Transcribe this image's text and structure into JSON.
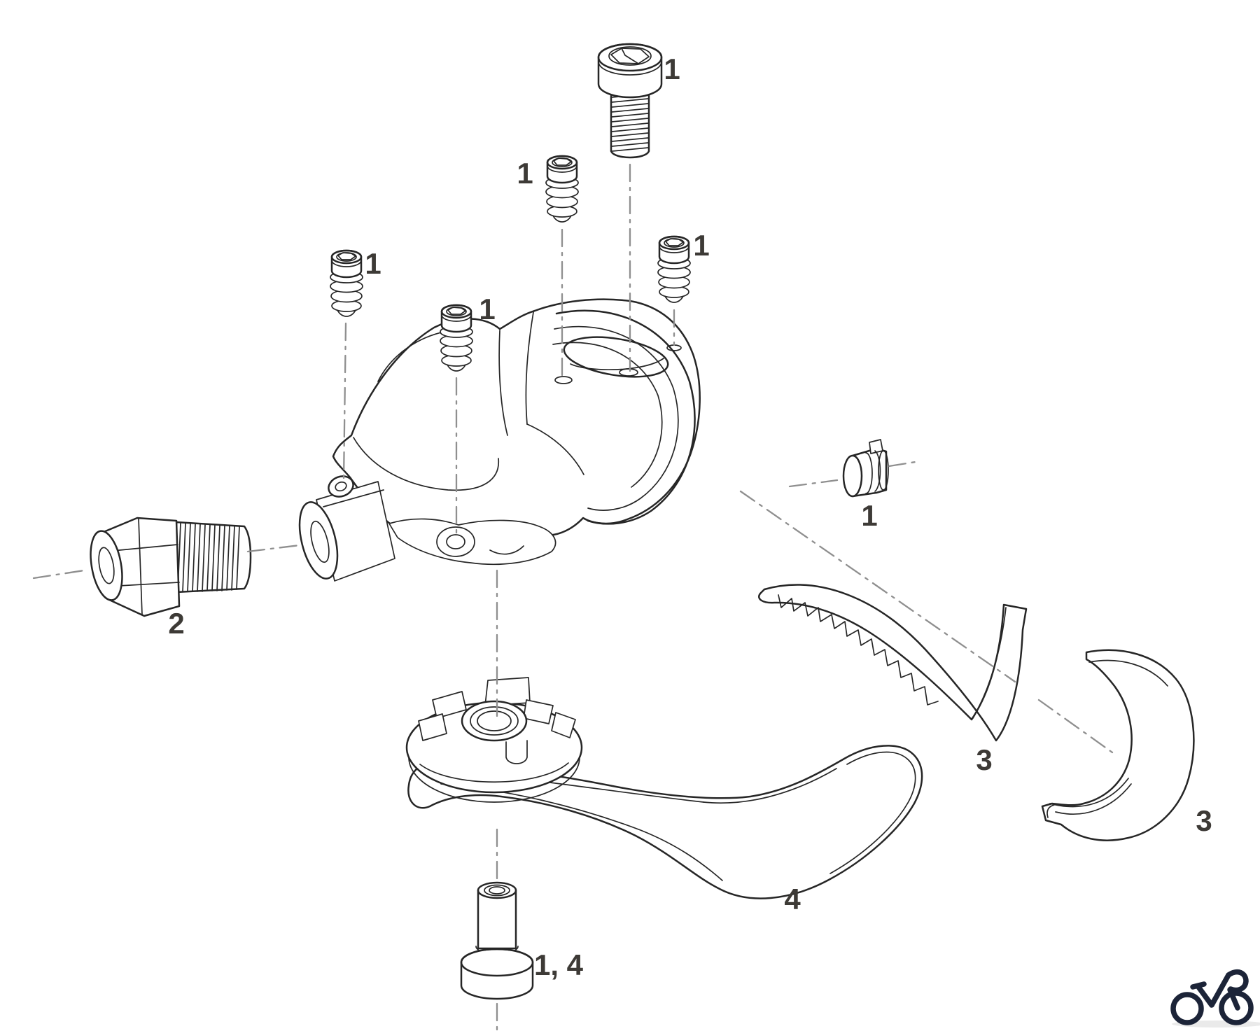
{
  "diagram": {
    "description": "Exploded parts diagram of a bicycle trigger shifter",
    "callouts": [
      {
        "part": "socket-head-cap-screw",
        "label": "1"
      },
      {
        "part": "self-tapping-screw-top",
        "label": "1"
      },
      {
        "part": "self-tapping-screw-left",
        "label": "1"
      },
      {
        "part": "self-tapping-screw-middle",
        "label": "1"
      },
      {
        "part": "self-tapping-screw-right",
        "label": "1"
      },
      {
        "part": "barrel-adjuster",
        "label": "2"
      },
      {
        "part": "cable-anchor-plug",
        "label": "1"
      },
      {
        "part": "serrated-clamp-band",
        "label": "3"
      },
      {
        "part": "handlebar-clamp-shell",
        "label": "3"
      },
      {
        "part": "shifter-lever",
        "label": "4"
      },
      {
        "part": "pivot-bolt-washer",
        "label": "1, 4"
      }
    ],
    "unlabeled_components": [
      "shifter-housing",
      "ratchet-cam-assembly"
    ],
    "logo": {
      "name": "bicycle-logo"
    }
  },
  "colors": {
    "background": "#ffffff",
    "line_art": "#262626",
    "center_line": "#8f8f8f",
    "label_text": "#3d3a36",
    "logo_navy": "#1c2438",
    "logo_shadow": "#d8d8d8"
  }
}
